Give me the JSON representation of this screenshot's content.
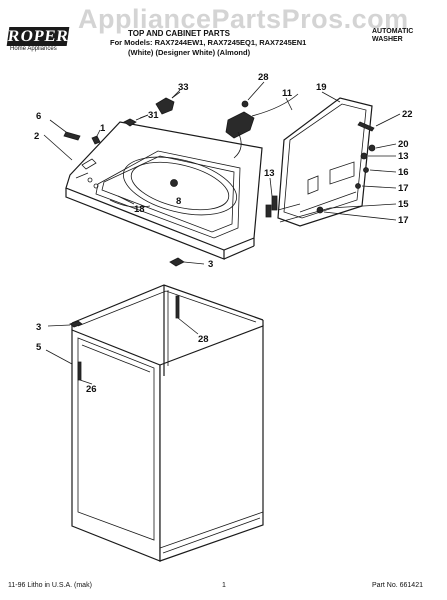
{
  "watermark": "AppliancePartsPros.com",
  "brand": {
    "logo": "ROPER",
    "tagline": "Home Appliances"
  },
  "header": {
    "title": "TOP AND CABINET PARTS",
    "models": "For Models: RAX7244EW1, RAX7245EQ1, RAX7245EN1",
    "colors": "(White)    (Designer White)    (Almond)",
    "product": "AUTOMATIC WASHER"
  },
  "callouts": {
    "c33": "33",
    "c31": "31",
    "c6": "6",
    "c1": "1",
    "c2": "2",
    "c18": "18",
    "c8": "8",
    "c28a": "28",
    "c11": "11",
    "c19": "19",
    "c22": "22",
    "c20": "20",
    "c13a": "13",
    "c13b": "13",
    "c16": "16",
    "c17a": "17",
    "c15": "15",
    "c17b": "17",
    "c3a": "3",
    "c28b": "28",
    "c3b": "3",
    "c5": "5",
    "c26": "26"
  },
  "footer": {
    "left": "11-96 Litho in U.S.A. (mak)",
    "center": "1",
    "right": "Part No. 661421"
  }
}
